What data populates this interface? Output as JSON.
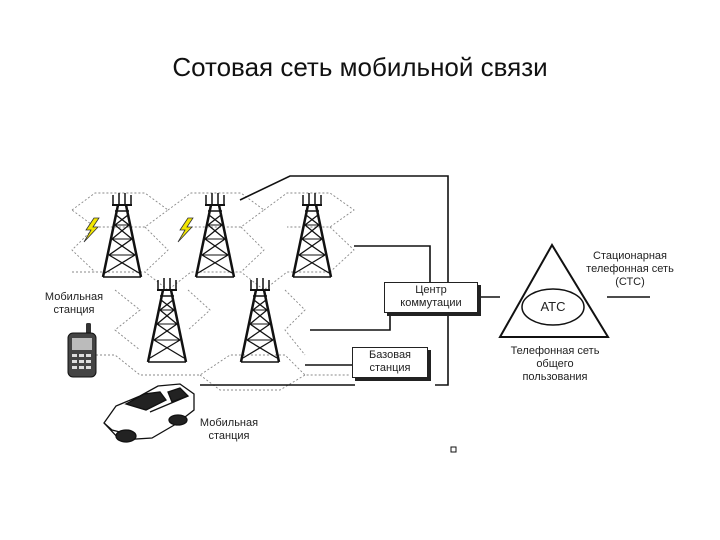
{
  "title": "Сотовая сеть мобильной связи",
  "labels": {
    "mobile_station_left": [
      "Мобильная",
      "станция"
    ],
    "mobile_station_car": [
      "Мобильная",
      "станция"
    ],
    "switching_center": [
      "Центр",
      "коммутации"
    ],
    "base_station": [
      "Базовая",
      "станция"
    ],
    "atc": "АТС",
    "stationary_network": [
      "Стационарная",
      "телефонная сеть",
      "(СТС)"
    ],
    "public_network": [
      "Телефонная сеть",
      "общего",
      "пользования"
    ]
  },
  "icons": [
    "tower-icon",
    "lightning-icon",
    "mobile-phone-icon",
    "car-icon"
  ]
}
